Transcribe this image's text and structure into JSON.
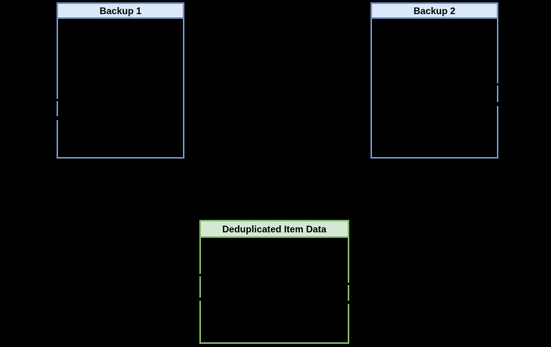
{
  "canvas": {
    "background_color": "#000000"
  },
  "diagram": {
    "nodes": {
      "backup1": {
        "title": "Backup 1",
        "header_fill": "#dae8fc",
        "stroke": "#6c8ebf",
        "title_color": "#000000"
      },
      "backup2": {
        "title": "Backup 2",
        "header_fill": "#dae8fc",
        "stroke": "#6c8ebf",
        "title_color": "#000000"
      },
      "dedup": {
        "title": "Deduplicated Item Data",
        "header_fill": "#d5e8d4",
        "stroke": "#82b366",
        "title_color": "#000000"
      }
    }
  }
}
